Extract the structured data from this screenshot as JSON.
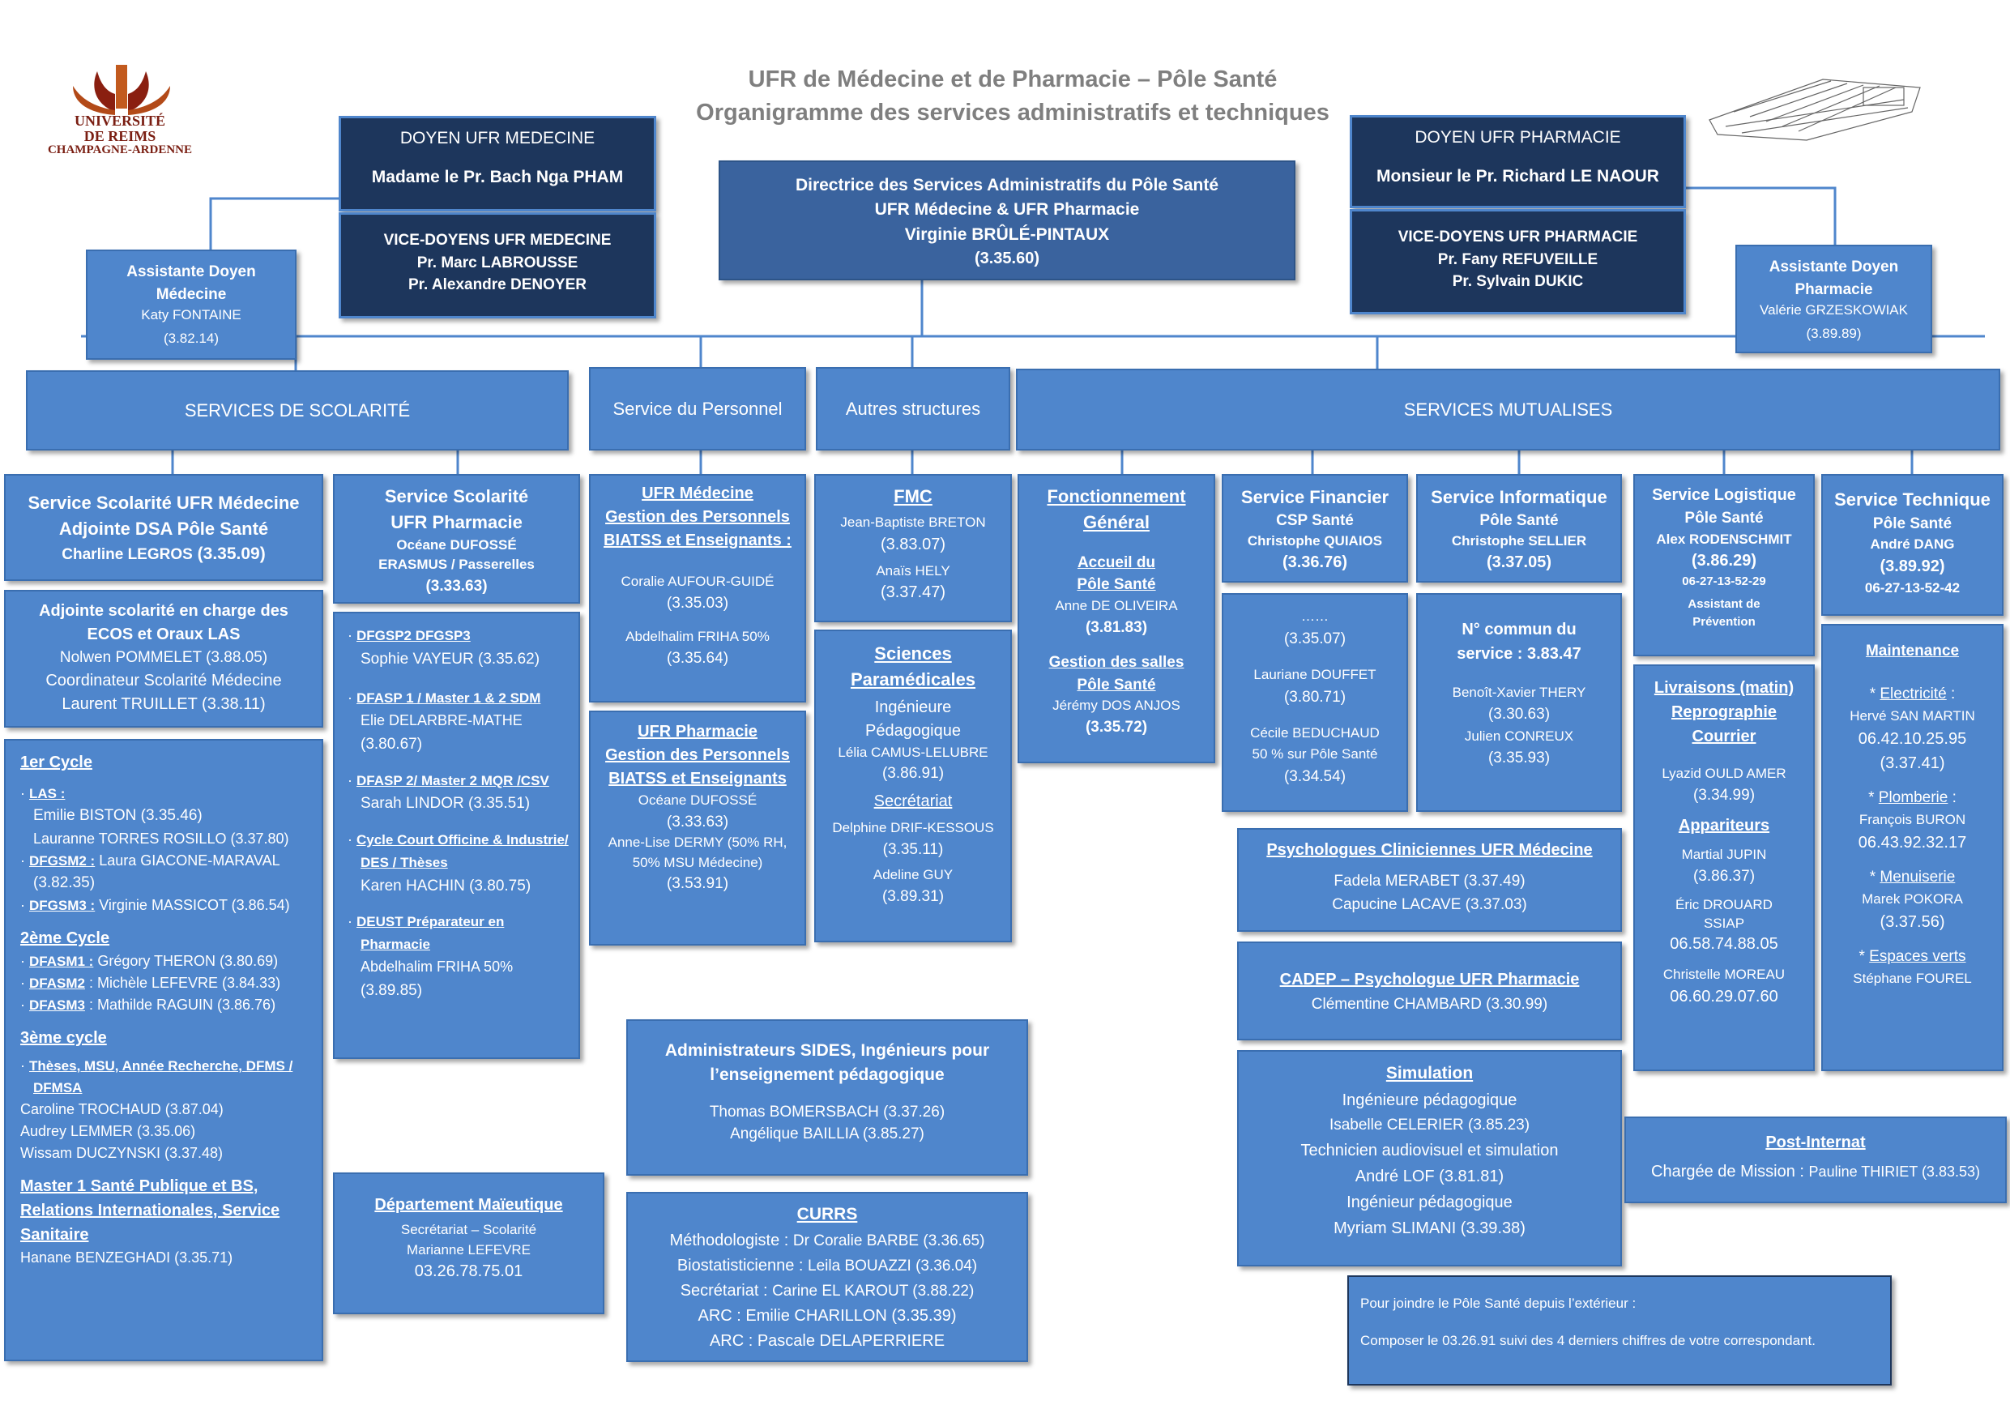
{
  "header": {
    "line1": "UFR de Médecine et de Pharmacie – Pôle Santé",
    "line2": "Organigramme des services administratifs et techniques"
  },
  "logo": {
    "l1": "UNIVERSITÉ",
    "l2": "DE REIMS",
    "l3": "CHAMPAGNE-ARDENNE"
  },
  "colors": {
    "box": "#4f86cc",
    "dark": "#1d365c",
    "mid": "#3a639e",
    "title": "#7f7f7f",
    "logo": "#7a1e12"
  },
  "doyen_med": {
    "title": "DOYEN UFR MEDECINE",
    "name": "Madame le Pr. Bach Nga PHAM",
    "vice_title": "VICE-DOYENS UFR MEDECINE",
    "v1": "Pr. Marc LABROUSSE",
    "v2": "Pr. Alexandre DENOYER"
  },
  "doyen_pharma": {
    "title": "DOYEN UFR PHARMACIE",
    "name": "Monsieur le Pr. Richard LE NAOUR",
    "vice_title": "VICE-DOYENS UFR PHARMACIE",
    "v1": "Pr. Fany REFUVEILLE",
    "v2": "Pr. Sylvain DUKIC"
  },
  "directrice": {
    "l1": "Directrice des Services Administratifs du Pôle Santé",
    "l2": "UFR Médecine & UFR Pharmacie",
    "l3": "Virginie BRÛLÉ-PINTAUX",
    "l4": "(3.35.60)"
  },
  "asst_med": {
    "t1": "Assistante Doyen",
    "t2": "Médecine",
    "name": "Katy FONTAINE",
    "tel": "(3.82.14)"
  },
  "asst_pharma": {
    "t1": "Assistante Doyen",
    "t2": "Pharmacie",
    "name": "Valérie GRZESKOWIAK",
    "tel": "(3.89.89)"
  },
  "headers": {
    "scol": "SERVICES DE SCOLARITÉ",
    "perso": "Service du Personnel",
    "autres": "Autres structures",
    "mutu": "SERVICES MUTUALISES"
  },
  "scol_med": {
    "l1": "Service Scolarité UFR Médecine",
    "l2": "Adjointe DSA Pôle Santé",
    "l3": "Charline LEGROS",
    "l3b": " (3.35.09)"
  },
  "adjointe": {
    "l1": "Adjointe scolarité en charge des",
    "l2": "ECOS et Oraux LAS",
    "l3": "Nolwen POMMELET (3.88.05)",
    "l4": "Coordinateur Scolarité Médecine",
    "l5": "Laurent TRUILLET (3.38.11)"
  },
  "cycles": {
    "c1": "1er Cycle",
    "las": "LAS :",
    "las1": "Emilie BISTON (3.35.46)",
    "las2": "Lauranne TORRES ROSILLO (3.37.80)",
    "dfgsm2": "DFGSM2 :",
    "dfgsm2n": " Laura GIACONE-MARAVAL",
    "dfgsm2t": "(3.82.35)",
    "dfgsm3": "DFGSM3 :",
    "dfgsm3n": " Virginie MASSICOT (3.86.54)",
    "c2": "2ème Cycle",
    "dfasm1": "DFASM1 :",
    "dfasm1n": "  Grégory THERON (3.80.69)",
    "dfasm2": "DFASM2",
    "dfasm2n": " : Michèle LEFEVRE (3.84.33)",
    "dfasm3": "DFASM3",
    "dfasm3n": " : Mathilde RAGUIN (3.86.76)",
    "c3": "3ème cycle",
    "theses": "Thèses, MSU, Année Recherche, DFMS / DFMSA",
    "c3a": "Caroline TROCHAUD (3.87.04)",
    "c3b": "Audrey LEMMER (3.35.06)",
    "c3c": "Wissam DUCZYNSKI (3.37.48)",
    "master": "Master 1 Santé Publique et BS, Relations Internationales, Service Sanitaire",
    "mastern": "Hanane BENZEGHADI (3.35.71)"
  },
  "scol_pharma": {
    "l1": "Service Scolarité",
    "l2": "UFR Pharmacie",
    "l3": "Océane DUFOSSÉ",
    "l4": "ERASMUS / Passerelles",
    "l5": "(3.33.63)"
  },
  "pharma_list": {
    "a": "DFGSP2 DFGSP3",
    "an": "Sophie VAYEUR (3.35.62)",
    "b": "DFASP 1 / Master 1 & 2 SDM",
    "bn": "Elie DELARBRE-MATHE",
    "bt": "(3.80.67)",
    "c": "DFASP 2/ Master 2 MQR /CSV",
    "cn": "Sarah LINDOR (3.35.51)",
    "d": "Cycle Court  Officine & Industrie/ DES / Thèses",
    "dn": "Karen HACHIN (3.80.75)",
    "e": "DEUST Préparateur en Pharmacie",
    "en": "Abdelhalim FRIHA 50%",
    "et": "(3.89.85)"
  },
  "maieutique": {
    "t": "Département Maïeutique",
    "l1": "Secrétariat – Scolarité",
    "l2": "Marianne LEFEVRE",
    "l3": "03.26.78.75.01"
  },
  "perso_med": {
    "t1": "UFR Médecine",
    "t2": "Gestion des Personnels",
    "t3": "BIATSS et Enseignants :",
    "n1": "Coralie AUFOUR-GUIDÉ",
    "n1t": "(3.35.03)",
    "n2": "Abdelhalim FRIHA 50%",
    "n2t": "(3.35.64)"
  },
  "perso_pharma": {
    "t1": "UFR Pharmacie",
    "t2": "Gestion des Personnels",
    "t3": "BIATSS et Enseignants",
    "n1": "Océane DUFOSSÉ",
    "n1t": "(3.33.63)",
    "n2": "Anne-Lise DERMY (50% RH,",
    "n2b": "50% MSU Médecine)",
    "n2t": "(3.53.91)"
  },
  "sides": {
    "l1": "Administrateurs SIDES, Ingénieurs pour",
    "l2": "l’enseignement pédagogique",
    "n1": "Thomas BOMERSBACH (3.37.26)",
    "n2": "Angélique BAILLIA (3.85.27)"
  },
  "curr": {
    "t": "CURRS",
    "l1a": "Méthodologiste : ",
    "l1b": "Dr Coralie BARBE (3.36.65)",
    "l2a": "Biostatisticienne : ",
    "l2b": "Leila BOUAZZI (3.36.04)",
    "l3a": "Secrétariat :  ",
    "l3b": "Carine EL KAROUT (3.88.22)",
    "l4": "ARC : Emilie CHARILLON (3.35.39)",
    "l5": "ARC : Pascale DELAPERRIERE"
  },
  "fmc": {
    "t": "FMC",
    "n1": "Jean-Baptiste BRETON",
    "n1t": "(3.83.07)",
    "n2": "Anaïs HELY",
    "n2t": "(3.37.47)"
  },
  "para": {
    "t1": "Sciences",
    "t2": "Paramédicales",
    "l1": "Ingénieure",
    "l2": "Pédagogique",
    "l3": "Lélia CAMUS-LELUBRE",
    "l3t": "(3.86.91)",
    "sec": "Secrétariat ",
    "n1": "Delphine DRIF-KESSOUS",
    "n1t": "(3.35.11)",
    "n2": "Adeline GUY",
    "n2t": "(3.89.31)"
  },
  "fonc": {
    "t1": "Fonctionnement",
    "t2": "Général",
    "a1": "Accueil du",
    "a2": "Pôle Santé",
    "an": "Anne DE OLIVEIRA",
    "at": "(3.81.83)",
    "s1": "Gestion des salles",
    "s2": "Pôle Santé",
    "sn": "Jérémy DOS ANJOS",
    "st": "(3.35.72)"
  },
  "fin": {
    "t1": "Service Financier",
    "t2": "CSP Santé",
    "t3": "Christophe QUIAIOS",
    "t4": "(3.36.76)"
  },
  "fin2": {
    "d": "……",
    "dt": "(3.35.07)",
    "n1": "Lauriane DOUFFET",
    "n1t": "(3.80.71)",
    "n2": "Cécile BEDUCHAUD",
    "n2b": "50 % sur Pôle Santé",
    "n2t": "(3.34.54)"
  },
  "info": {
    "t1": "Service Informatique",
    "t2": "Pôle Santé",
    "t3": "Christophe SELLIER",
    "t4": "(3.37.05)"
  },
  "info2": {
    "c1": "N° commun du",
    "c2": "service : 3.83.47",
    "n1": "Benoît-Xavier THERY",
    "n1t": "(3.30.63)",
    "n2": "Julien CONREUX",
    "n2t": "(3.35.93)"
  },
  "logi": {
    "t1": "Service Logistique",
    "t2": "Pôle Santé",
    "t3": "Alex RODENSCHMIT",
    "t4": "(3.86.29)",
    "t5": "06-27-13-52-29",
    "t6": "Assistant de",
    "t7": "Prévention"
  },
  "livr": {
    "t1": "Livraisons (matin)",
    "t2": "Reprographie",
    "t3": "Courrier",
    "n1": "Lyazid OULD AMER",
    "n1t": "(3.34.99)",
    "app": "Appariteurs",
    "a1": "Martial JUPIN",
    "a1t": "(3.86.37)",
    "a2": "Éric DROUARD",
    "a2b": "SSIAP",
    "a2t": "06.58.74.88.05",
    "a3": "Christelle MOREAU",
    "a3t": "06.60.29.07.60"
  },
  "tech": {
    "t1": "Service Technique",
    "t2": "Pôle Santé",
    "t3": "André DANG",
    "t4": "(3.89.92)",
    "t5": "06-27-13-52-42"
  },
  "maint": {
    "t": "Maintenance",
    "e": "Electricité",
    "en": "Hervé SAN MARTIN",
    "et1": "06.42.10.25.95",
    "et2": "(3.37.41)",
    "p": "Plomberie",
    "pn": "François BURON",
    "pt": "06.43.92.32.17",
    "m": "Menuiserie",
    "mn": "Marek POKORA",
    "mt": "(3.37.56)",
    "v": "Espaces verts",
    "vn": "Stéphane FOUREL"
  },
  "psy": {
    "t": "Psychologues Cliniciennes UFR Médecine",
    "n1": "Fadela MERABET (3.37.49)",
    "n2": "Capucine LACAVE (3.37.03)"
  },
  "cadep": {
    "t": "CADEP – Psychologue UFR Pharmacie",
    "n1": "Clémentine CHAMBARD (3.30.99)"
  },
  "simu": {
    "t": "Simulation",
    "l1": "Ingénieure pédagogique",
    "n1": "Isabelle CELERIER (3.85.23)",
    "l2": "Technicien audiovisuel et simulation",
    "n2": "André LOF (3.81.81)",
    "l3": "Ingénieur pédagogique",
    "n3": "Myriam SLIMANI (3.39.38)"
  },
  "post": {
    "t": "Post-Internat",
    "l": "Chargée de Mission :  ",
    "n": "Pauline THIRIET (3.83.53)"
  },
  "contact": {
    "l1": "Pour joindre le Pôle Santé depuis l’extérieur :",
    "l2": "Composer le 03.26.91 suivi des 4 derniers chiffres de votre correspondant."
  }
}
